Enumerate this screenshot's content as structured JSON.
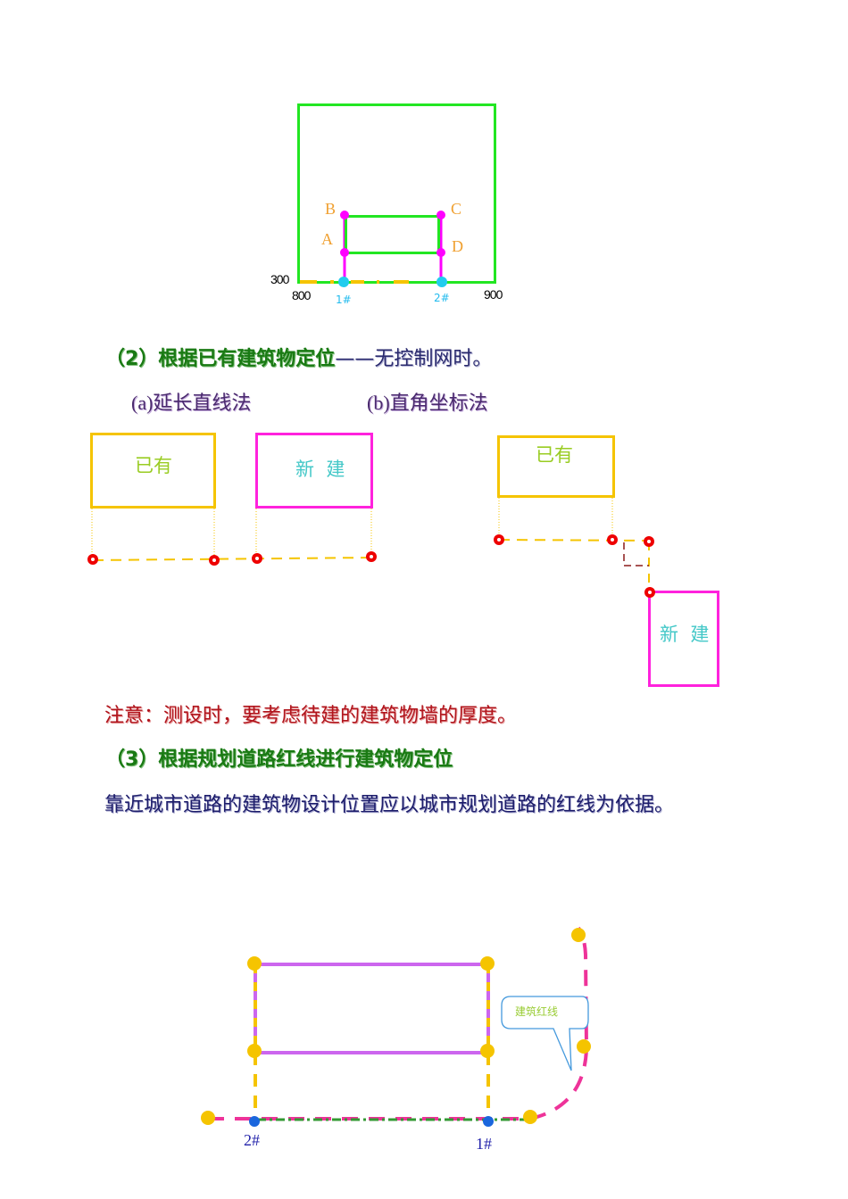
{
  "diagram1": {
    "corner_labels": {
      "y_left": "300",
      "x_left": "800",
      "x_right": "900"
    },
    "points": [
      "A",
      "B",
      "C",
      "D"
    ],
    "control_points": [
      "1#",
      "2#"
    ],
    "colors": {
      "boundary": "#22e622",
      "building": "#22e622",
      "offset": "#ff00ff",
      "control": "#22ccee",
      "label": "#f0a030",
      "baseline_dash": "#f5c400"
    }
  },
  "section2": {
    "heading_bold": "（2）根据已有建筑物定位",
    "heading_tail": "——无控制网时。",
    "method_a": "(a)延长直线法",
    "method_b": "(b)直角坐标法"
  },
  "diagram_a": {
    "existing_label": "已有",
    "new_label": "新  建",
    "colors": {
      "existing": "#f5c400",
      "new": "#ff22dd",
      "point": "#ee0000",
      "existing_text": "#99cc22",
      "new_text": "#44c8c8"
    }
  },
  "diagram_b": {
    "existing_label": "已有",
    "new_label": "新  建"
  },
  "note": "注意：测设时，要考虑待建的建筑物墙的厚度。",
  "section3": {
    "heading": "（3）根据规划道路红线进行建筑物定位",
    "body": "靠近城市道路的建筑物设计位置应以城市规划道路的红线为依据。"
  },
  "diagram3": {
    "callout": "建筑红线",
    "control_points": [
      "2#",
      "1#"
    ],
    "colors": {
      "building": "#cc66ee",
      "point": "#f5c400",
      "red_line": "#ee3399",
      "axis": "#339933",
      "control": "#1a66dd",
      "label": "#2222aa",
      "callout_border": "#4499dd",
      "callout_text": "#99cc33"
    }
  }
}
